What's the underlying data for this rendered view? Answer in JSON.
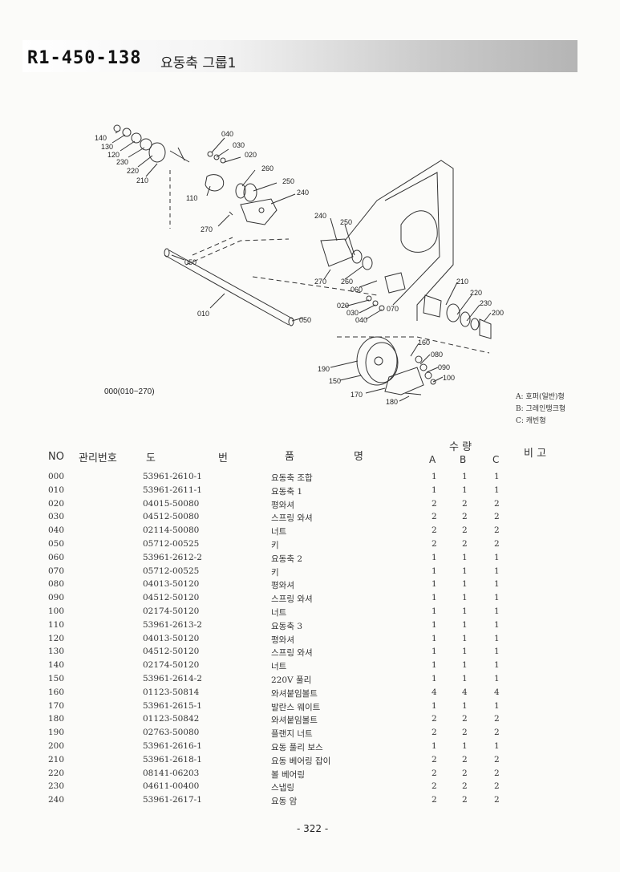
{
  "header": {
    "code": "R1-450-138",
    "subtitle": "요동축 그룹1"
  },
  "diagram": {
    "labels": [
      "140",
      "130",
      "120",
      "230",
      "220",
      "210",
      "040",
      "030",
      "020",
      "260",
      "250",
      "240",
      "110",
      "270",
      "050",
      "010",
      "050",
      "240",
      "250",
      "270",
      "260",
      "060",
      "020",
      "030",
      "040",
      "070",
      "210",
      "220",
      "230",
      "200",
      "160",
      "080",
      "090",
      "100",
      "190",
      "150",
      "170",
      "180"
    ],
    "ref": "000(010~270)"
  },
  "legend": [
    "A: 호퍼(일반)형",
    "B: 그레인탱크형",
    "C: 캐빈형"
  ],
  "table": {
    "headers": {
      "no": "NO",
      "mgmt": "관리번호",
      "drawing_1": "도",
      "drawing_2": "번",
      "name_1": "품",
      "name_2": "명",
      "qty": "수   량",
      "a": "A",
      "b": "B",
      "c": "C",
      "remark": "비   고"
    },
    "rows": [
      {
        "no": "000",
        "drawing": "53961-2610-1",
        "name": "요동축 조합",
        "a": "1",
        "b": "1",
        "c": "1"
      },
      {
        "no": "010",
        "drawing": "53961-2611-1",
        "name": "요동축 1",
        "a": "1",
        "b": "1",
        "c": "1"
      },
      {
        "no": "020",
        "drawing": "04015-50080",
        "name": "평와셔",
        "a": "2",
        "b": "2",
        "c": "2"
      },
      {
        "no": "030",
        "drawing": "04512-50080",
        "name": "스프링 와셔",
        "a": "2",
        "b": "2",
        "c": "2"
      },
      {
        "no": "040",
        "drawing": "02114-50080",
        "name": "너트",
        "a": "2",
        "b": "2",
        "c": "2"
      },
      {
        "no": "050",
        "drawing": "05712-00525",
        "name": "키",
        "a": "2",
        "b": "2",
        "c": "2"
      },
      {
        "no": "060",
        "drawing": "53961-2612-2",
        "name": "요동축 2",
        "a": "1",
        "b": "1",
        "c": "1"
      },
      {
        "no": "070",
        "drawing": "05712-00525",
        "name": "키",
        "a": "1",
        "b": "1",
        "c": "1"
      },
      {
        "no": "080",
        "drawing": "04013-50120",
        "name": "평와셔",
        "a": "1",
        "b": "1",
        "c": "1"
      },
      {
        "no": "090",
        "drawing": "04512-50120",
        "name": "스프링 와셔",
        "a": "1",
        "b": "1",
        "c": "1"
      },
      {
        "no": "100",
        "drawing": "02174-50120",
        "name": "너트",
        "a": "1",
        "b": "1",
        "c": "1"
      },
      {
        "no": "110",
        "drawing": "53961-2613-2",
        "name": "요동축 3",
        "a": "1",
        "b": "1",
        "c": "1"
      },
      {
        "no": "120",
        "drawing": "04013-50120",
        "name": "평와셔",
        "a": "1",
        "b": "1",
        "c": "1"
      },
      {
        "no": "130",
        "drawing": "04512-50120",
        "name": "스프링 와셔",
        "a": "1",
        "b": "1",
        "c": "1"
      },
      {
        "no": "140",
        "drawing": "02174-50120",
        "name": "너트",
        "a": "1",
        "b": "1",
        "c": "1"
      },
      {
        "no": "150",
        "drawing": "53961-2614-2",
        "name": "220V 풀리",
        "a": "1",
        "b": "1",
        "c": "1"
      },
      {
        "no": "160",
        "drawing": "01123-50814",
        "name": "와셔붙임볼트",
        "a": "4",
        "b": "4",
        "c": "4"
      },
      {
        "no": "170",
        "drawing": "53961-2615-1",
        "name": "발란스 웨이트",
        "a": "1",
        "b": "1",
        "c": "1"
      },
      {
        "no": "180",
        "drawing": "01123-50842",
        "name": "와셔붙임볼트",
        "a": "2",
        "b": "2",
        "c": "2"
      },
      {
        "no": "190",
        "drawing": "02763-50080",
        "name": "플랜지 너트",
        "a": "2",
        "b": "2",
        "c": "2"
      },
      {
        "no": "200",
        "drawing": "53961-2616-1",
        "name": "요동 풀리 보스",
        "a": "1",
        "b": "1",
        "c": "1"
      },
      {
        "no": "210",
        "drawing": "53961-2618-1",
        "name": "요동 베어링 잡이",
        "a": "2",
        "b": "2",
        "c": "2"
      },
      {
        "no": "220",
        "drawing": "08141-06203",
        "name": "볼 베어링",
        "a": "2",
        "b": "2",
        "c": "2"
      },
      {
        "no": "230",
        "drawing": "04611-00400",
        "name": "스냅링",
        "a": "2",
        "b": "2",
        "c": "2"
      },
      {
        "no": "240",
        "drawing": "53961-2617-1",
        "name": "요동 암",
        "a": "2",
        "b": "2",
        "c": "2"
      }
    ]
  },
  "footer": {
    "page": "- 322 -"
  }
}
